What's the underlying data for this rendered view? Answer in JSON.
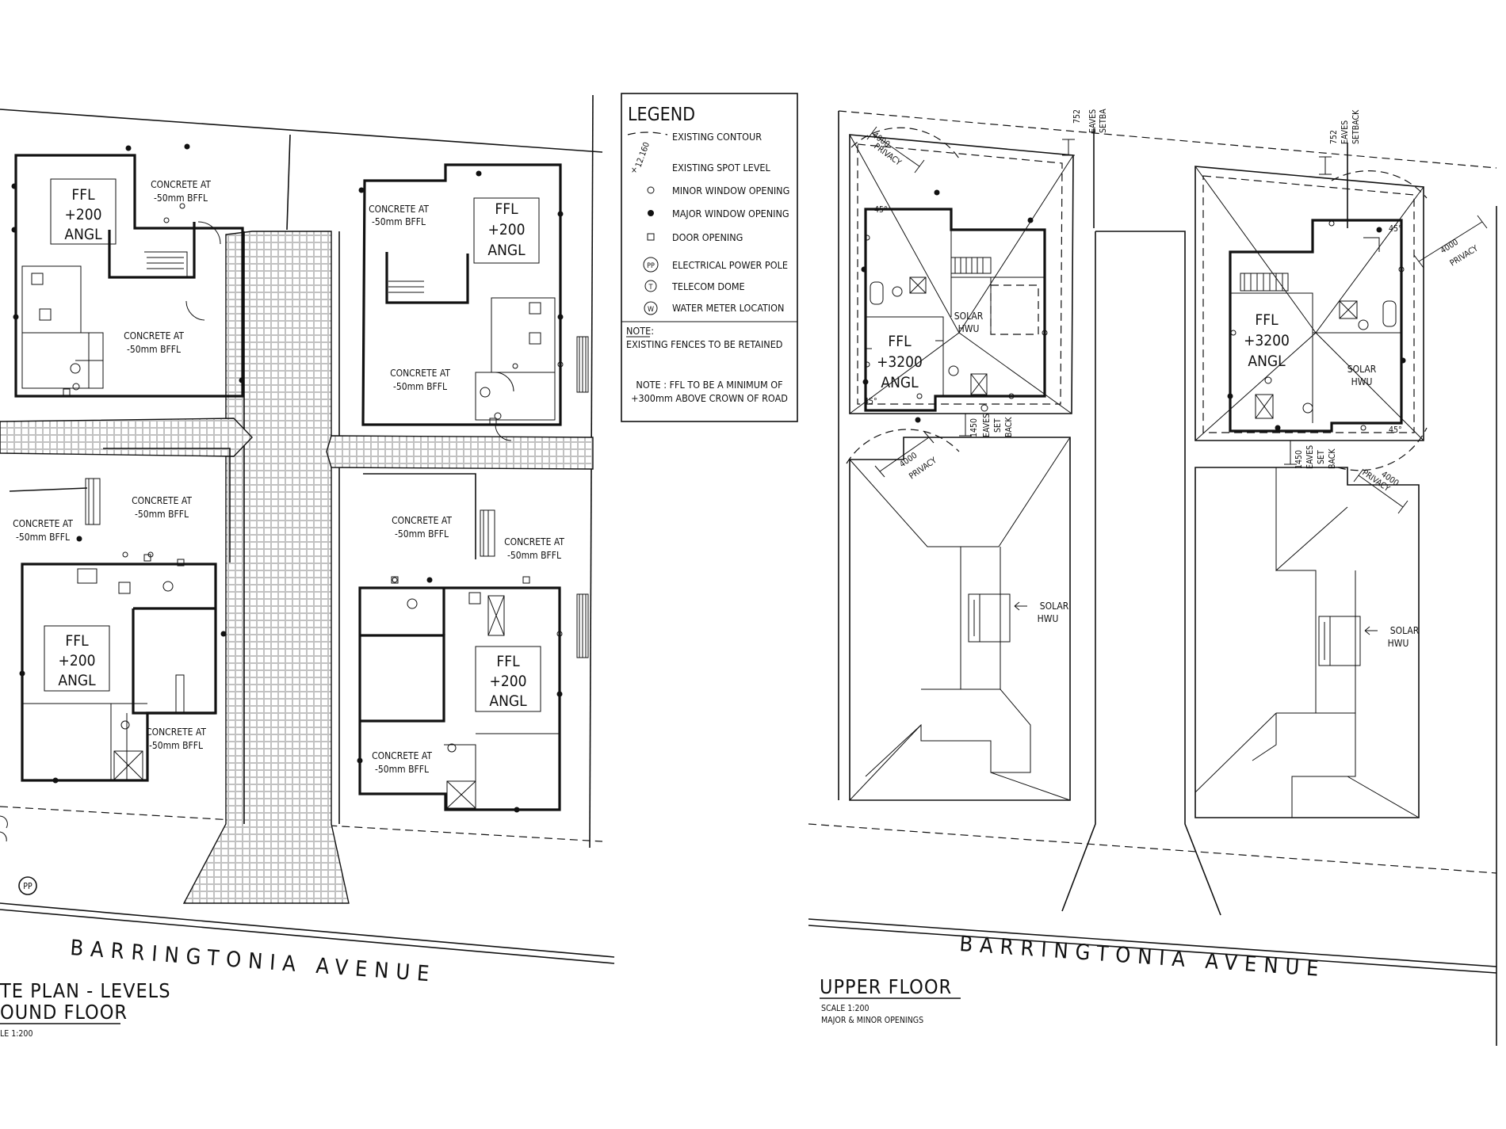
{
  "legend": {
    "title": "LEGEND",
    "items": [
      {
        "symbol": "contour",
        "label": "EXISTING CONTOUR",
        "sample": "12.160"
      },
      {
        "symbol": "spot-level",
        "label": "EXISTING SPOT LEVEL"
      },
      {
        "symbol": "circle-open",
        "label": "MINOR WINDOW OPENING"
      },
      {
        "symbol": "circle-filled",
        "label": "MAJOR WINDOW OPENING"
      },
      {
        "symbol": "square",
        "label": "DOOR OPENING"
      },
      {
        "symbol": "pp",
        "label": "ELECTRICAL POWER POLE",
        "code": "PP"
      },
      {
        "symbol": "t",
        "label": "TELECOM DOME",
        "code": "T"
      },
      {
        "symbol": "w",
        "label": "WATER METER LOCATION",
        "code": "W"
      }
    ],
    "note_heading": "NOTE:",
    "note_text": "EXISTING FENCES TO BE RETAINED",
    "note2_line1": "NOTE : FFL TO BE A MINIMUM OF",
    "note2_line2": "+300mm ABOVE CROWN OF ROAD"
  },
  "ground_plan": {
    "title_line1": "TE PLAN - LEVELS",
    "title_line2": "OUND FLOOR",
    "scale": "LE 1:200",
    "street": "BARRINGTONIA AVENUE",
    "power_pole": "PP",
    "concrete_line1": "CONCRETE AT",
    "concrete_line2": "-50mm BFFL",
    "ffl_line1": "FFL",
    "ffl_line2": "+200",
    "ffl_line3": "ANGL"
  },
  "upper_plan": {
    "title": "UPPER FLOOR",
    "scale": "SCALE 1:200",
    "subtitle": "MAJOR & MINOR OPENINGS",
    "street": "BARRINGTONIA AVENUE",
    "ffl_line1": "FFL",
    "ffl_line2": "+3200",
    "ffl_line3": "ANGL",
    "solar_line1": "SOLAR",
    "solar_line2": "HWU",
    "privacy_dim": "4000",
    "privacy_label": "PRIVACY",
    "eaves_dim": "752",
    "eaves_label1": "EAVES",
    "eaves_label2": "SETBACK",
    "eaves_label2_short": "SETBA",
    "setback_dim": "1450",
    "setback_label1": "EAVES",
    "setback_label2": "SET",
    "setback_label3": "BACK",
    "angle": "45°"
  }
}
